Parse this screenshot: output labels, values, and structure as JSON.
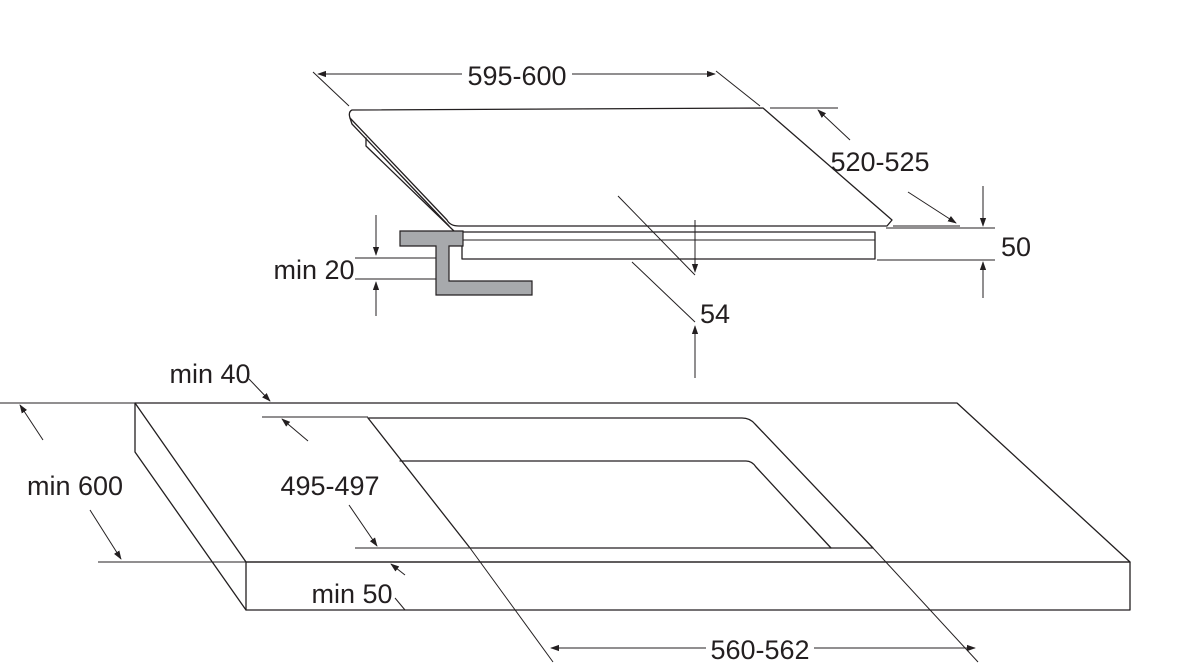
{
  "hob_dimensions": {
    "width": "595-600",
    "depth": "520-525",
    "height": "50",
    "cut_depth": "54",
    "bracket_clearance": "min 20"
  },
  "worktop_dimensions": {
    "front_clearance": "min 40",
    "worktop_depth": "min 600",
    "cutout_depth": "495-497",
    "worktop_thickness": "min 50",
    "cutout_width": "560-562"
  },
  "colors": {
    "line": "#231f20",
    "bracket_fill": "#a7a9ac",
    "background": "#ffffff"
  }
}
